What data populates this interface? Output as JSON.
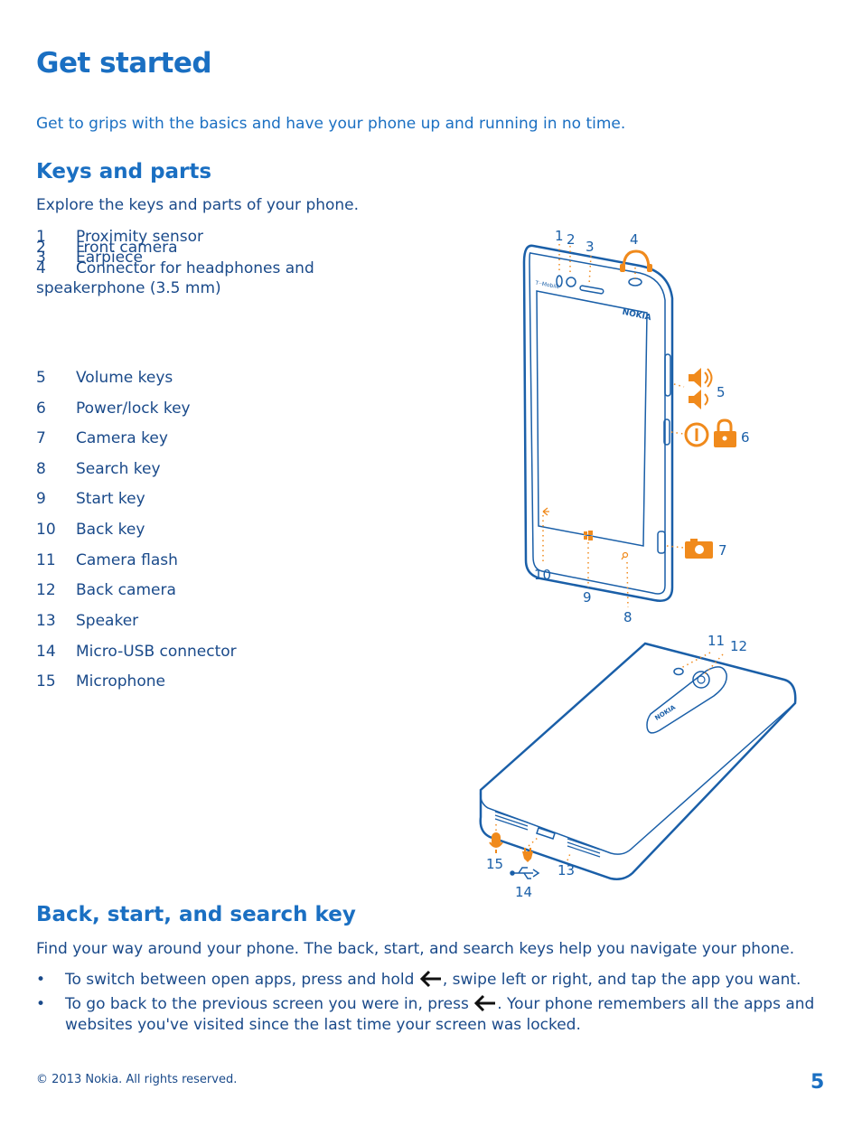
{
  "page": {
    "title": "Get started",
    "intro": "Get to grips with the basics and have your phone up and running in no time."
  },
  "keys_section": {
    "heading": "Keys and parts",
    "description": "Explore the keys and parts of your phone.",
    "items": [
      {
        "num": "1",
        "label": "Proximity sensor"
      },
      {
        "num": "2",
        "label": "Front camera"
      },
      {
        "num": "3",
        "label": "Earpiece"
      },
      {
        "num": "4",
        "label": "Connector for headphones and speakerphone (3.5 mm)"
      },
      {
        "num": "5",
        "label": "Volume keys"
      },
      {
        "num": "6",
        "label": "Power/lock key"
      },
      {
        "num": "7",
        "label": "Camera key"
      },
      {
        "num": "8",
        "label": "Search key"
      },
      {
        "num": "9",
        "label": "Start key"
      },
      {
        "num": "10",
        "label": "Back key"
      },
      {
        "num": "11",
        "label": "Camera flash"
      },
      {
        "num": "12",
        "label": "Back camera"
      },
      {
        "num": "13",
        "label": "Speaker"
      },
      {
        "num": "14",
        "label": "Micro-USB connector"
      },
      {
        "num": "15",
        "label": "Microphone"
      }
    ]
  },
  "diagram": {
    "brand_front": "NOKIA",
    "brand_back": "NOKIA",
    "callouts": [
      "1",
      "2",
      "3",
      "4",
      "5",
      "6",
      "7",
      "8",
      "9",
      "10",
      "11",
      "12",
      "13",
      "14",
      "15"
    ],
    "colors": {
      "outline": "#1a5fa8",
      "accent": "#f08a1c",
      "phone_fill": "#ffffff"
    }
  },
  "nav_section": {
    "heading": "Back, start, and search key",
    "description": "Find your way around your phone. The back, start, and search keys help you navigate your phone.",
    "bullets": [
      {
        "before": "To switch between open apps, press and hold ",
        "icon": "back-arrow-icon",
        "after": ", swipe left or right, and tap the app you want."
      },
      {
        "before": "To go back to the previous screen you were in, press ",
        "icon": "back-arrow-icon",
        "after": ". Your phone remembers all the apps and websites you've visited since the last time your screen was locked."
      }
    ]
  },
  "footer": {
    "copyright": "© 2013 Nokia. All rights reserved.",
    "page_number": "5"
  }
}
